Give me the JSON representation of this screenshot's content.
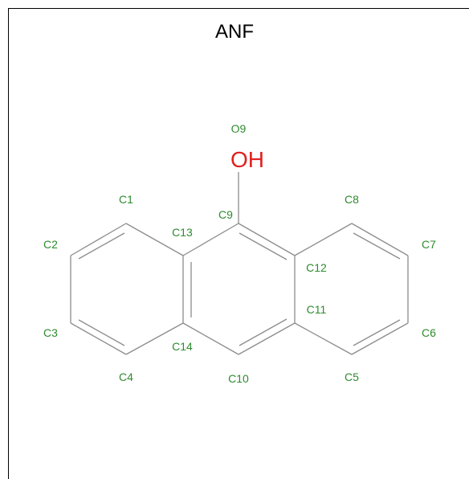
{
  "diagram": {
    "title": "ANF",
    "oh_label": "OH",
    "colors": {
      "bond": "#8c8c8c",
      "atom_label": "#2e8b2e",
      "oxygen": "#e02020"
    },
    "atom_labels": [
      "C1",
      "C2",
      "C3",
      "C4",
      "C5",
      "C6",
      "C7",
      "C8",
      "C9",
      "O9",
      "C10",
      "C11",
      "C12",
      "C13",
      "C14"
    ]
  }
}
